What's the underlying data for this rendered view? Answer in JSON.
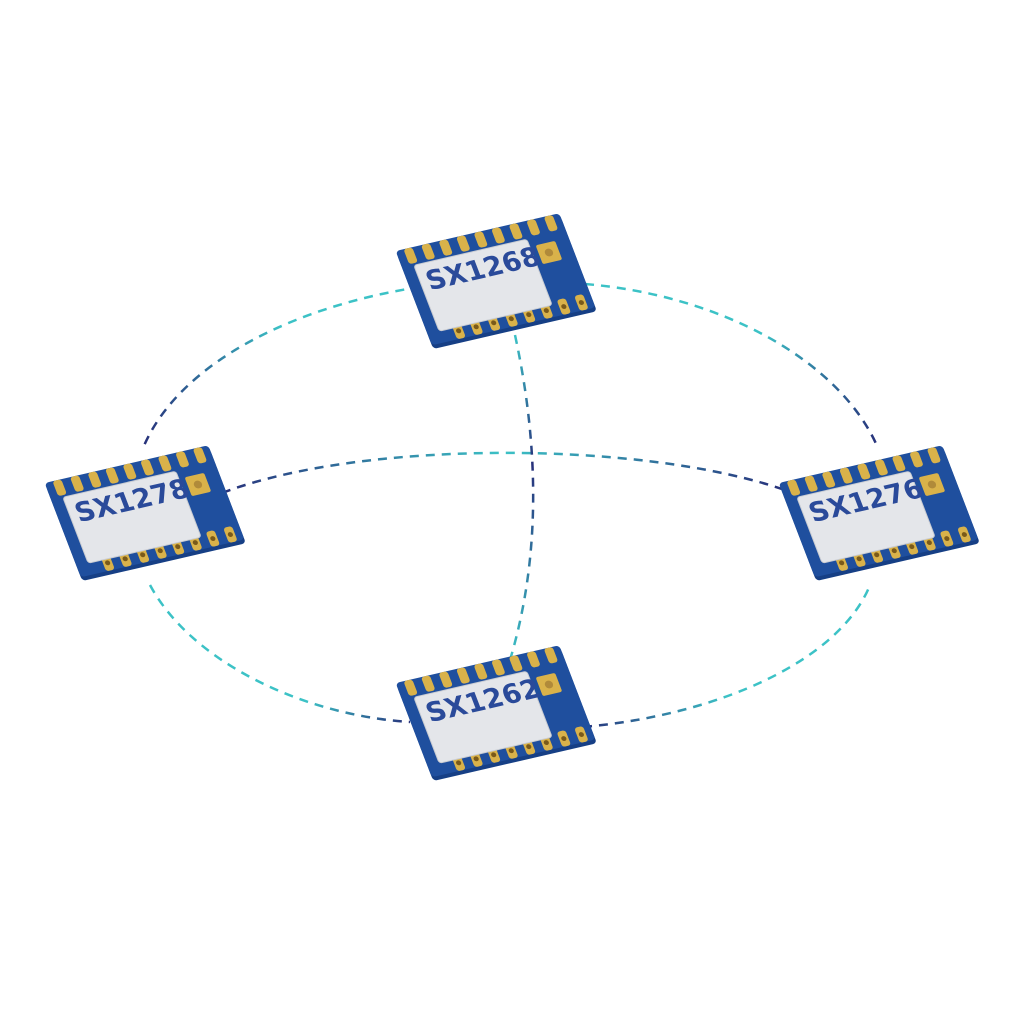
{
  "colors": {
    "board": "#1f4f9e",
    "shield": "#e4e6ea",
    "pad": "#d9b24a",
    "label": "#2a4a9a",
    "link_light": "#3cc2c6",
    "link_dark": "#27307a"
  },
  "modules": [
    {
      "label": "SX1268"
    },
    {
      "label": "SX1278"
    },
    {
      "label": "SX1276"
    },
    {
      "label": "SX1262"
    }
  ]
}
